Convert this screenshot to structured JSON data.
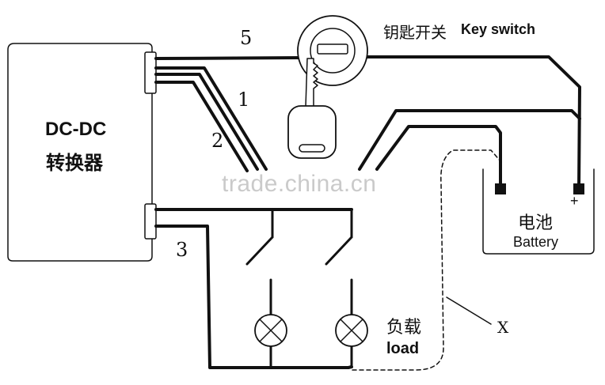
{
  "converter": {
    "line1": "DC-DC",
    "line2": "转换器"
  },
  "key_switch": {
    "label_cn": "钥匙开关",
    "label_en": "Key switch"
  },
  "wires": {
    "w5": "5",
    "w1": "1",
    "w2": "2",
    "w3": "3"
  },
  "battery": {
    "label_cn": "电池",
    "label_en": "Battery",
    "plus": "+"
  },
  "load": {
    "label_cn": "负载",
    "label_en": "load"
  },
  "path_x": {
    "label": "X"
  },
  "watermark": {
    "text": "trade.china.cn"
  },
  "colors": {
    "ink": "#111111",
    "watermark": "#b9b9b9",
    "background": "#ffffff"
  }
}
